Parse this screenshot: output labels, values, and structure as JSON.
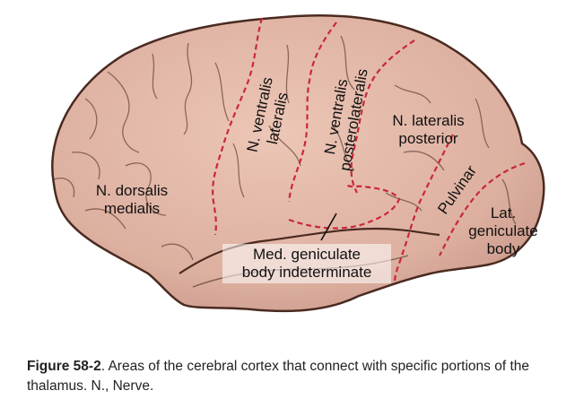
{
  "labels": {
    "dorsalis_medialis": "N. dorsalis\nmedialis",
    "ventralis_lateralis": "N. ventralis\nlateralis",
    "ventralis_posterolateralis": "N. ventralis\nposterolateralis",
    "lateralis_posterior": "N. lateralis\nposterior",
    "pulvinar": "Pulvinar",
    "lat_geniculate": "Lat.\ngeniculate\nbody",
    "med_geniculate": "Med. geniculate\nbody indeterminate"
  },
  "caption": {
    "figure_number": "Figure 58-2",
    "text": ".  Areas of the cerebral cortex that connect with specific portions of the thalamus. N., Nerve."
  },
  "colors": {
    "brain_fill": "#ddb0a0",
    "brain_outline": "#4a2a20",
    "sulcus": "#5a3a30",
    "boundary": "#c8283a"
  }
}
